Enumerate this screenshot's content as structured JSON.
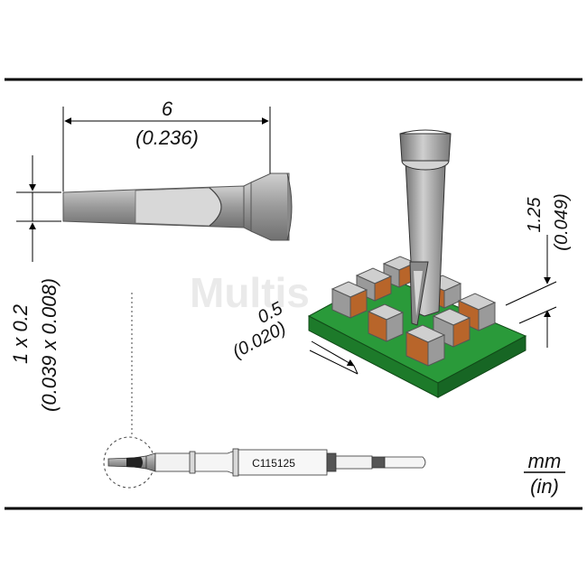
{
  "dimensions": {
    "length_mm": "6",
    "length_in": "(0.236)",
    "tip_mm": "1 x 0.2",
    "tip_in": "(0.039 x 0.008)",
    "gap_mm": "0.5",
    "gap_in": "(0.020)",
    "height_mm": "1.25",
    "height_in": "(0.049)"
  },
  "part_number": "C115125",
  "units": {
    "metric": "mm",
    "imperial": "(in)"
  },
  "watermark": "Multis",
  "colors": {
    "pcb": "#1f8a2e",
    "component_body": "#a9a9a9",
    "component_pad": "#b8652a",
    "tip_steel": "#a8a8a8",
    "line": "#000000"
  }
}
